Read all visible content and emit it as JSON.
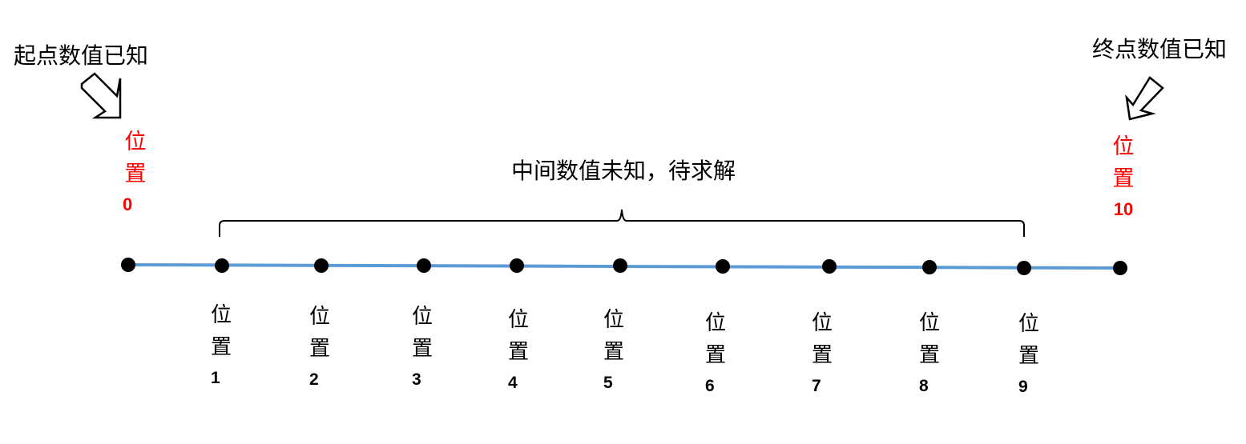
{
  "start_caption": "起点数值已知",
  "end_caption": "终点数值已知",
  "middle_caption": "中间数值未知，待求解",
  "line_color": "#5b9bd5",
  "point_color": "#000000",
  "known_color": "#ff0000",
  "endpoints": {
    "start": {
      "char1": "位",
      "char2": "置",
      "num": "0"
    },
    "end": {
      "char1": "位",
      "char2": "置",
      "num": "10"
    }
  },
  "points": [
    {
      "char1": "位",
      "char2": "置",
      "num": "1"
    },
    {
      "char1": "位",
      "char2": "置",
      "num": "2"
    },
    {
      "char1": "位",
      "char2": "置",
      "num": "3"
    },
    {
      "char1": "位",
      "char2": "置",
      "num": "4"
    },
    {
      "char1": "位",
      "char2": "置",
      "num": "5"
    },
    {
      "char1": "位",
      "char2": "置",
      "num": "6"
    },
    {
      "char1": "位",
      "char2": "置",
      "num": "7"
    },
    {
      "char1": "位",
      "char2": "置",
      "num": "8"
    },
    {
      "char1": "位",
      "char2": "置",
      "num": "9"
    }
  ]
}
